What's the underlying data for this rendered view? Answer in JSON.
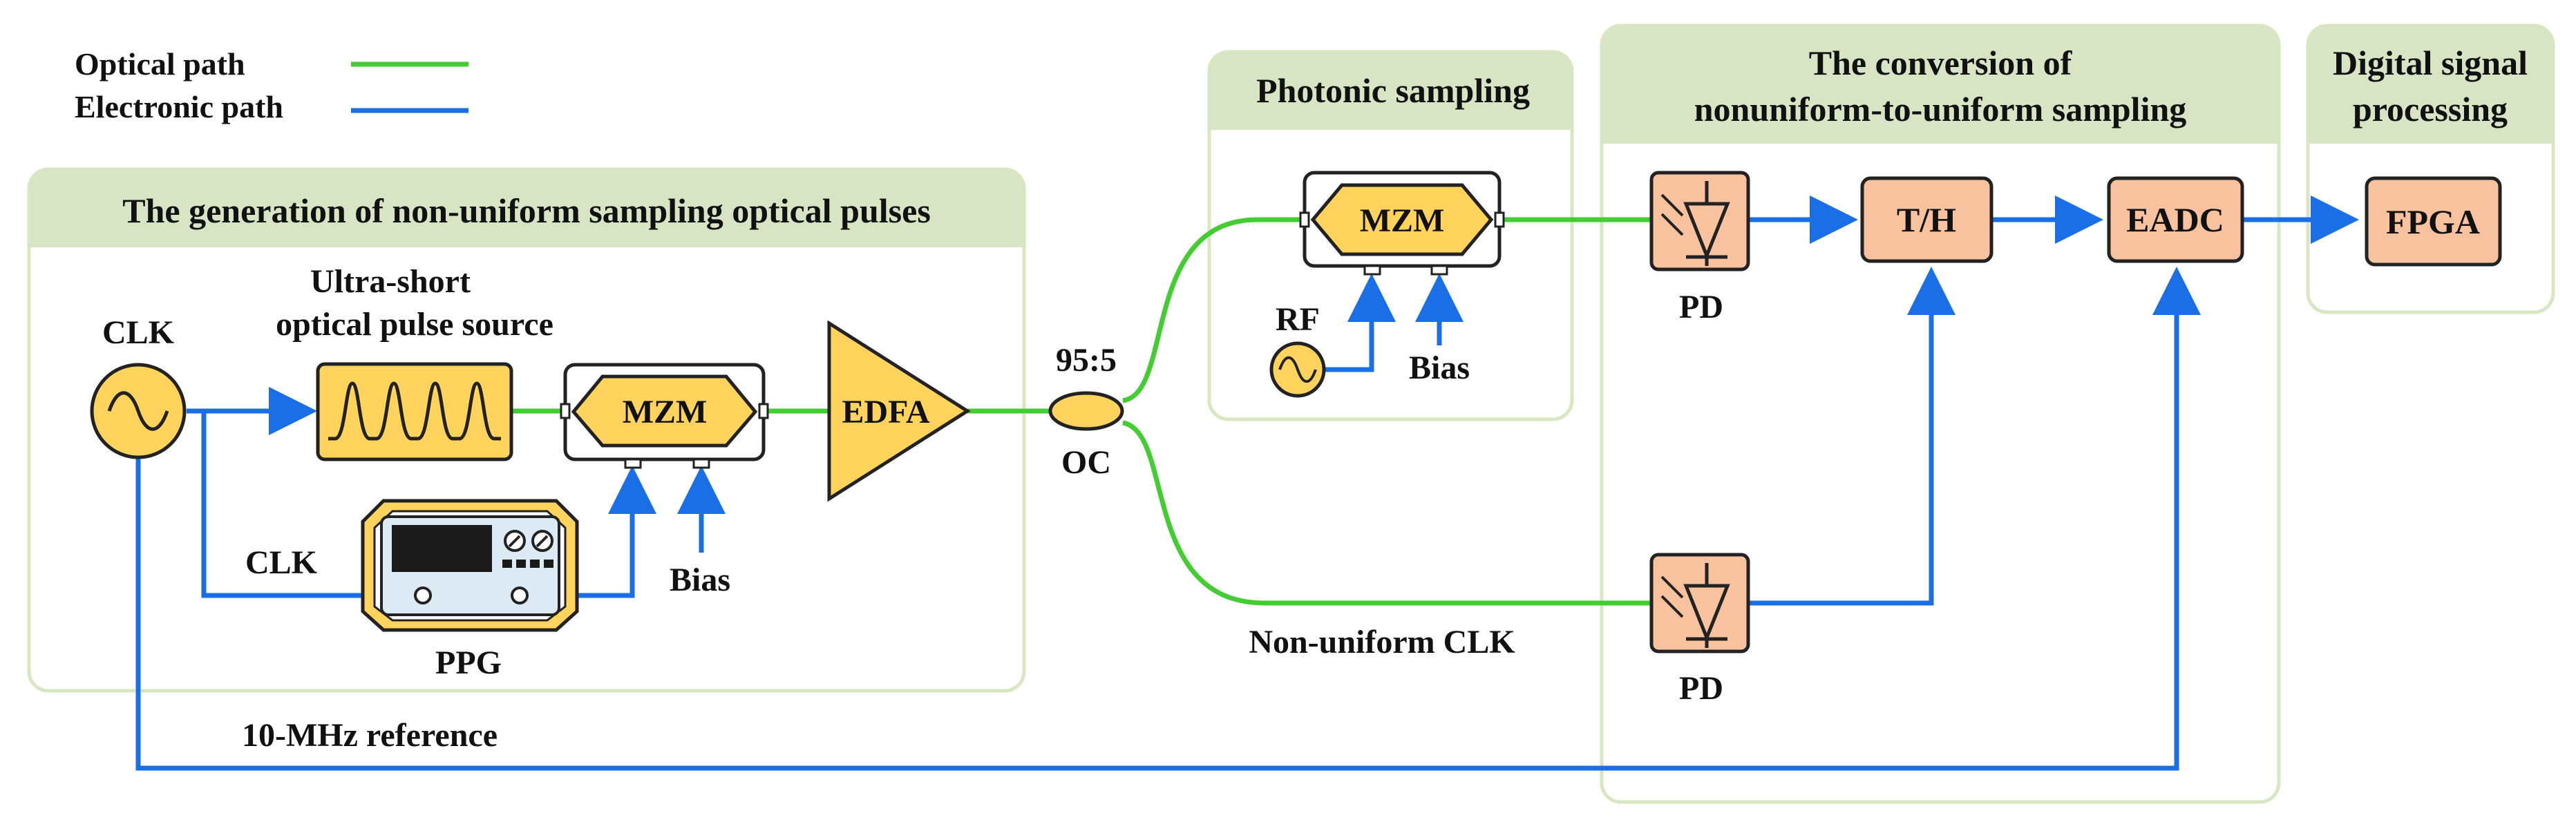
{
  "colors": {
    "optical": "#44cc33",
    "electronic": "#1a6fe6",
    "panel_border": "#d9e6c2",
    "panel_header": "#d8e5c4",
    "device_fill": "#ffd35c",
    "dsp_fill": "#f8c29e",
    "device_stroke": "#222222"
  },
  "legend": {
    "optical": "Optical path",
    "electronic": "Electronic path"
  },
  "panels": {
    "generation": "The generation of non-uniform sampling optical pulses",
    "photonic": "Photonic sampling",
    "conversion_line1": "The conversion of",
    "conversion_line2": "nonuniform-to-uniform sampling",
    "dsp_line1": "Digital signal",
    "dsp_line2": "processing"
  },
  "labels": {
    "clk": "CLK",
    "clk_branch": "CLK",
    "source_line1": "Ultra-short",
    "source_line2": "optical pulse source",
    "mzm1": "MZM",
    "mzm2": "MZM",
    "edfa": "EDFA",
    "bias1": "Bias",
    "bias2": "Bias",
    "ppg": "PPG",
    "oc_ratio": "95:5",
    "oc": "OC",
    "rf": "RF",
    "pd_top": "PD",
    "pd_bottom": "PD",
    "th": "T/H",
    "eadc": "EADC",
    "fpga": "FPGA",
    "nonuniform_clk": "Non-uniform CLK",
    "reference": "10-MHz reference"
  },
  "icons": {
    "clk_source": "sine-wave-icon",
    "rf_source": "sine-wave-icon",
    "photodiode": "photodiode-icon",
    "pulse_source": "pulse-train-icon",
    "ppg": "pulse-pattern-generator-icon"
  }
}
